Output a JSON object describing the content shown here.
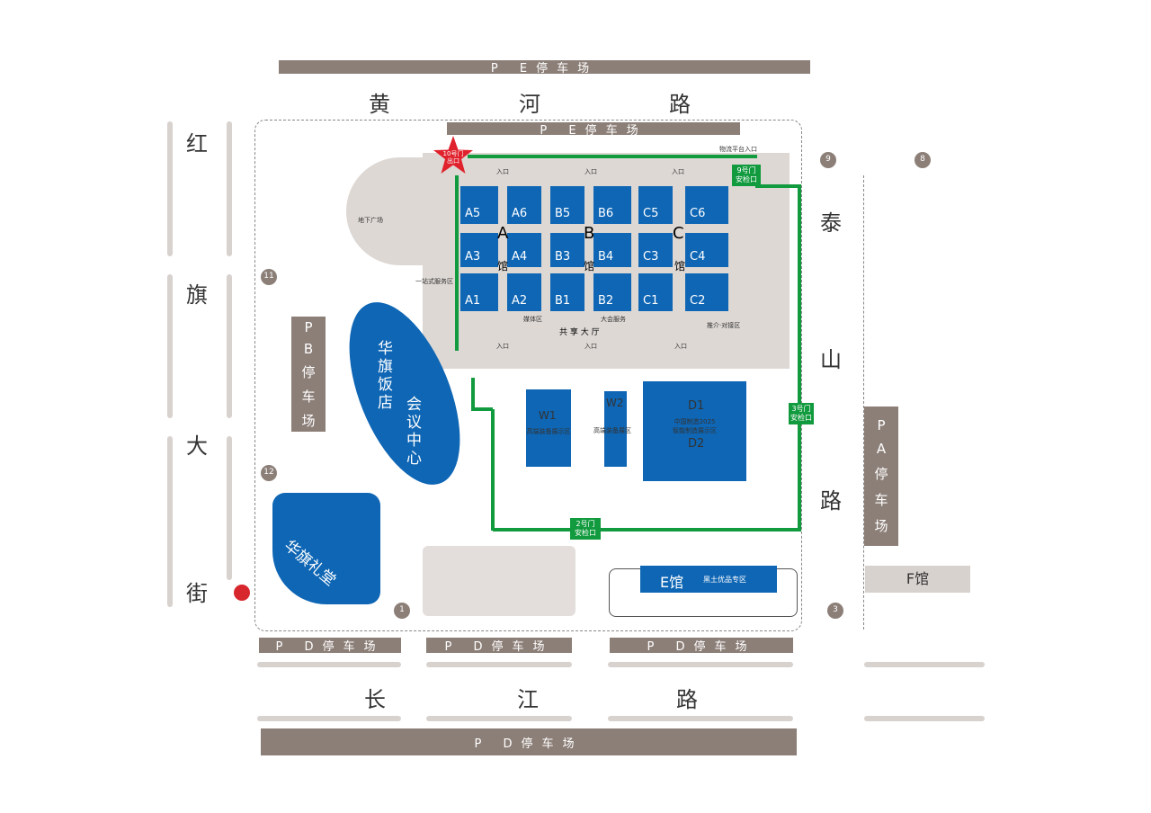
{
  "roads": {
    "north": [
      "黄",
      "河",
      "路"
    ],
    "south": [
      "长",
      "江",
      "路"
    ],
    "west": [
      "红",
      "旗",
      "大",
      "街"
    ],
    "east": [
      "泰",
      "山",
      "路"
    ]
  },
  "parking": {
    "e_top": "P E停车场",
    "e_inner": "P E停车场",
    "d_bottom": "P D停车场",
    "d1": "P D停车场",
    "d2": "P D停车场",
    "d3": "P D停车场",
    "b": [
      "P",
      "B",
      "停",
      "车",
      "场"
    ],
    "a": [
      "P",
      "A",
      "停",
      "车",
      "场"
    ]
  },
  "halls": {
    "a": [
      "A5",
      "A6",
      "A3",
      "A4",
      "A1",
      "A2"
    ],
    "b": [
      "B5",
      "B6",
      "B3",
      "B4",
      "B1",
      "B2"
    ],
    "c": [
      "C5",
      "C6",
      "C3",
      "C4",
      "C1",
      "C2"
    ],
    "a_name": "A",
    "b_name": "B",
    "c_name": "C",
    "guan": "馆"
  },
  "w1": {
    "name": "W1",
    "sub": "高端装备展示区"
  },
  "w2": {
    "name": "W2",
    "sub": "高端装备展区"
  },
  "d": {
    "d1": "D1",
    "d2": "D2",
    "sub1": "中国制造2025",
    "sub2": "智能制造展示区"
  },
  "e_hall": {
    "name": "E馆",
    "sub": "黑土优品专区"
  },
  "f_hall": "F馆",
  "hotel": "华旗饭店",
  "conference": "会议中心",
  "auditorium": "华旗礼堂",
  "labels": {
    "underground": "地下广场",
    "service": "一站式服务区",
    "media": "媒体区",
    "public": "大会服务",
    "hall": "共 享 大 厅",
    "match": "推介·对接区",
    "logistics": "物流平台入口",
    "entrance": "入口"
  },
  "gates": {
    "g10": "10号门 出口",
    "g9": "9号门 安检口",
    "g3": "3号门 安检口",
    "g2": "2号门 安检口",
    "n9": "9",
    "n8": "8",
    "n11": "11",
    "n12": "12",
    "n1": "1",
    "n3": "3"
  }
}
